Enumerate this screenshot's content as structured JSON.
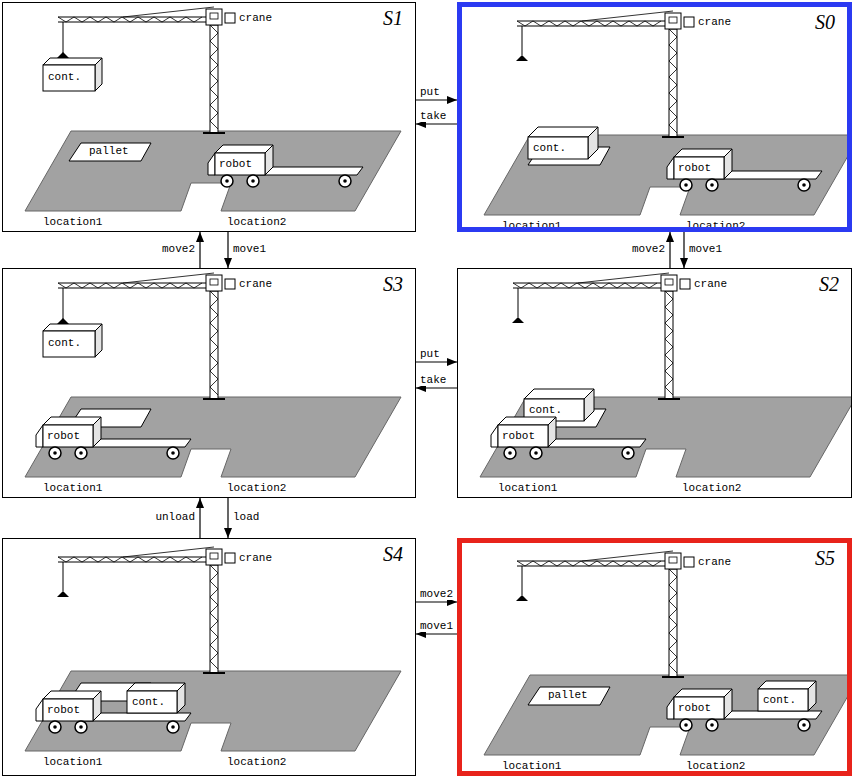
{
  "diagram": {
    "nodes": [
      {
        "text": [
          "S1",
          "crane",
          "cont.",
          "pallet",
          "robot",
          "location1",
          "location2"
        ]
      },
      {
        "text": [
          "S0",
          "crane",
          "cont.",
          "robot",
          "location1",
          "location2"
        ]
      },
      {
        "text": [
          "S3",
          "crane",
          "cont.",
          "robot",
          "location1",
          "location2"
        ]
      },
      {
        "text": [
          "S2",
          "crane",
          "cont.",
          "robot",
          "location1",
          "location2"
        ]
      },
      {
        "text": [
          "S4",
          "crane",
          "robot",
          "cont.",
          "location1",
          "location2"
        ]
      },
      {
        "text": [
          "S5",
          "crane",
          "pallet",
          "robot",
          "cont.",
          "location1",
          "location2"
        ]
      }
    ],
    "edges": [
      {
        "from": 0,
        "to": 1,
        "label": "put",
        "arrow": "to"
      },
      {
        "from": 1,
        "to": 0,
        "label": "take",
        "arrow": "to"
      },
      {
        "from": 2,
        "to": 0,
        "label": "move2",
        "arrow": "to"
      },
      {
        "from": 0,
        "to": 2,
        "label": "move1",
        "arrow": "to"
      },
      {
        "from": 3,
        "to": 1,
        "label": "move2",
        "arrow": "to"
      },
      {
        "from": 1,
        "to": 3,
        "label": "move1",
        "arrow": "to"
      },
      {
        "from": 2,
        "to": 3,
        "label": "put",
        "arrow": "to"
      },
      {
        "from": 3,
        "to": 2,
        "label": "take",
        "arrow": "to"
      },
      {
        "from": 4,
        "to": 2,
        "label": "unload",
        "arrow": "to"
      },
      {
        "from": 2,
        "to": 4,
        "label": "load",
        "arrow": "to"
      },
      {
        "from": 4,
        "to": 5,
        "label": "move2",
        "arrow": "to"
      },
      {
        "from": 5,
        "to": 4,
        "label": "move1",
        "arrow": "to"
      }
    ]
  }
}
